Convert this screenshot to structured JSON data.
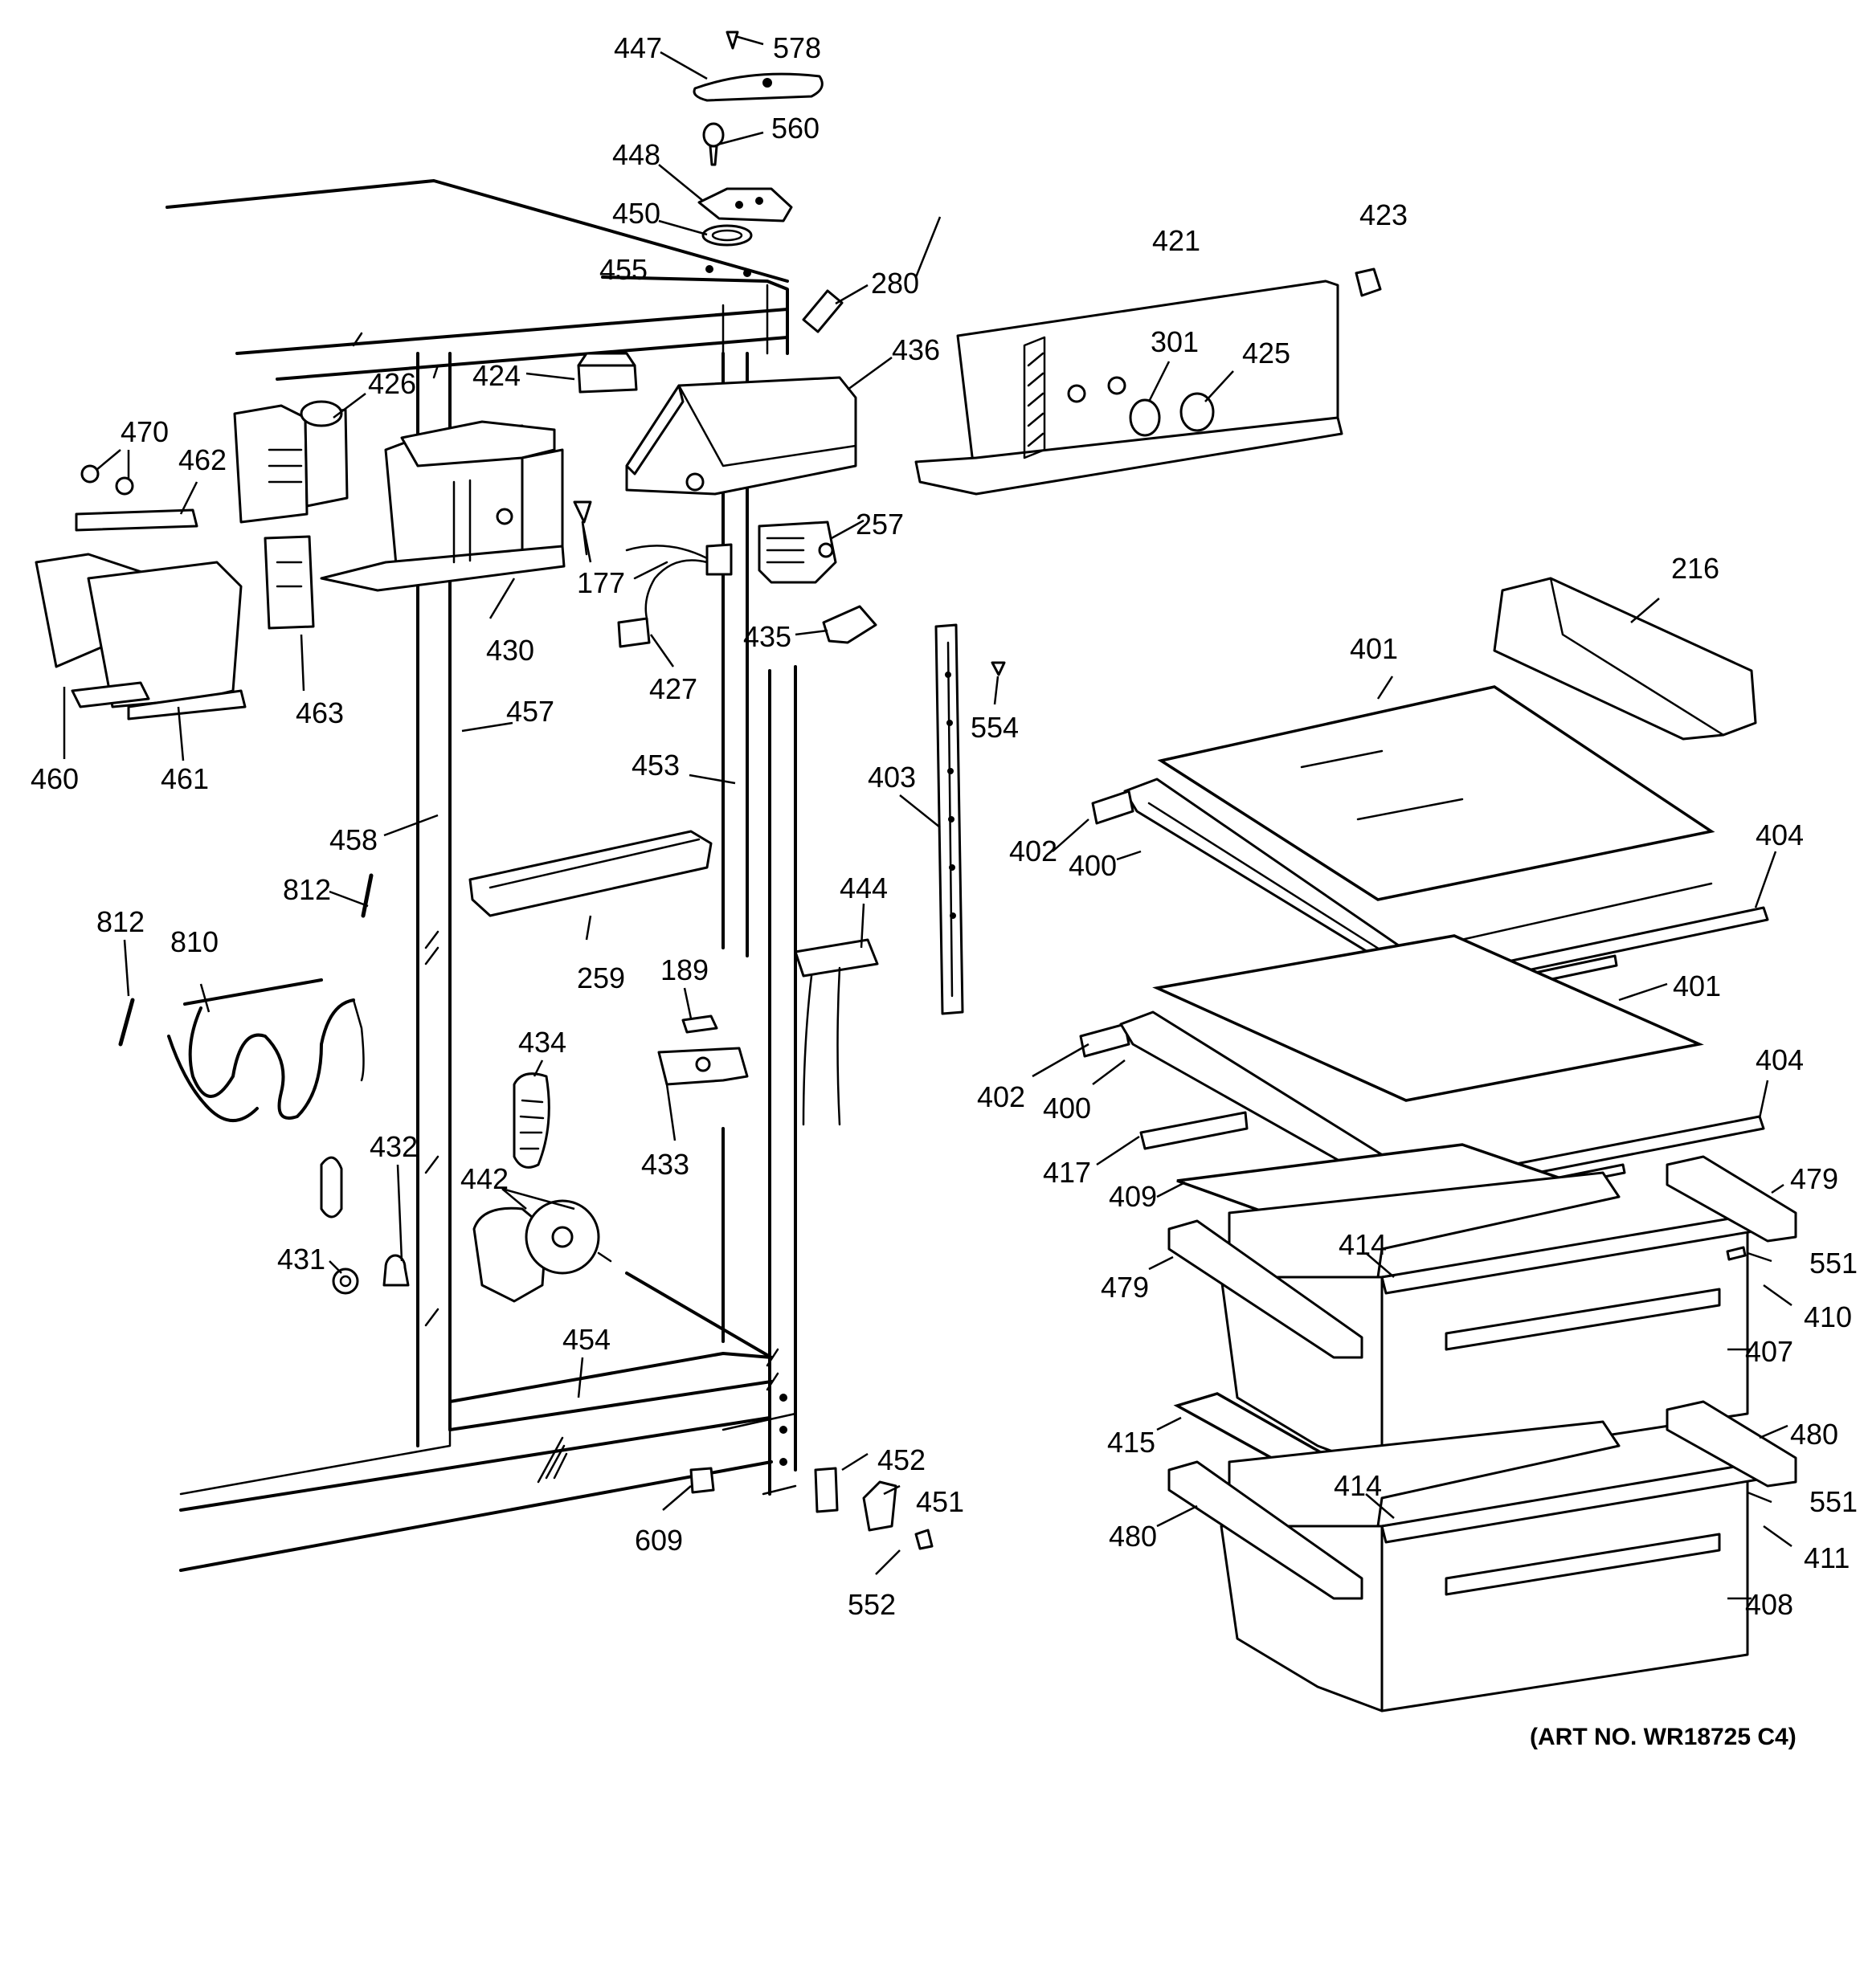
{
  "diagram": {
    "art_number": "(ART NO. WR18725 C4)",
    "callouts": [
      {
        "key": "c578",
        "text": "578"
      },
      {
        "key": "c447",
        "text": "447"
      },
      {
        "key": "c560",
        "text": "560"
      },
      {
        "key": "c448",
        "text": "448"
      },
      {
        "key": "c450",
        "text": "450"
      },
      {
        "key": "c280",
        "text": "280"
      },
      {
        "key": "c455",
        "text": "455"
      },
      {
        "key": "c421",
        "text": "421"
      },
      {
        "key": "c423",
        "text": "423"
      },
      {
        "key": "c436",
        "text": "436"
      },
      {
        "key": "c424",
        "text": "424"
      },
      {
        "key": "c426",
        "text": "426"
      },
      {
        "key": "c470",
        "text": "470"
      },
      {
        "key": "c462",
        "text": "462"
      },
      {
        "key": "c301",
        "text": "301"
      },
      {
        "key": "c425",
        "text": "425"
      },
      {
        "key": "c257",
        "text": "257"
      },
      {
        "key": "c177",
        "text": "177"
      },
      {
        "key": "c430",
        "text": "430"
      },
      {
        "key": "c427",
        "text": "427"
      },
      {
        "key": "c435",
        "text": "435"
      },
      {
        "key": "c216",
        "text": "216"
      },
      {
        "key": "c401a",
        "text": "401"
      },
      {
        "key": "c463",
        "text": "463"
      },
      {
        "key": "c460",
        "text": "460"
      },
      {
        "key": "c461",
        "text": "461"
      },
      {
        "key": "c457",
        "text": "457"
      },
      {
        "key": "c554",
        "text": "554"
      },
      {
        "key": "c453",
        "text": "453"
      },
      {
        "key": "c403",
        "text": "403"
      },
      {
        "key": "c402a",
        "text": "402"
      },
      {
        "key": "c400a",
        "text": "400"
      },
      {
        "key": "c404a",
        "text": "404"
      },
      {
        "key": "c458",
        "text": "458"
      },
      {
        "key": "c812a",
        "text": "812"
      },
      {
        "key": "c812b",
        "text": "812"
      },
      {
        "key": "c810",
        "text": "810"
      },
      {
        "key": "c444",
        "text": "444"
      },
      {
        "key": "c259",
        "text": "259"
      },
      {
        "key": "c189",
        "text": "189"
      },
      {
        "key": "c401b",
        "text": "401"
      },
      {
        "key": "c434",
        "text": "434"
      },
      {
        "key": "c402b",
        "text": "402"
      },
      {
        "key": "c400b",
        "text": "400"
      },
      {
        "key": "c404b",
        "text": "404"
      },
      {
        "key": "c432",
        "text": "432"
      },
      {
        "key": "c433",
        "text": "433"
      },
      {
        "key": "c417",
        "text": "417"
      },
      {
        "key": "c479a",
        "text": "479"
      },
      {
        "key": "c442",
        "text": "442"
      },
      {
        "key": "c409",
        "text": "409"
      },
      {
        "key": "c414a",
        "text": "414"
      },
      {
        "key": "c551a",
        "text": "551"
      },
      {
        "key": "c431",
        "text": "431"
      },
      {
        "key": "c479b",
        "text": "479"
      },
      {
        "key": "c410",
        "text": "410"
      },
      {
        "key": "c407",
        "text": "407"
      },
      {
        "key": "c454",
        "text": "454"
      },
      {
        "key": "c452",
        "text": "452"
      },
      {
        "key": "c480a",
        "text": "480"
      },
      {
        "key": "c415",
        "text": "415"
      },
      {
        "key": "c451",
        "text": "451"
      },
      {
        "key": "c414b",
        "text": "414"
      },
      {
        "key": "c551b",
        "text": "551"
      },
      {
        "key": "c609",
        "text": "609"
      },
      {
        "key": "c480b",
        "text": "480"
      },
      {
        "key": "c411",
        "text": "411"
      },
      {
        "key": "c552",
        "text": "552"
      },
      {
        "key": "c408",
        "text": "408"
      }
    ]
  }
}
